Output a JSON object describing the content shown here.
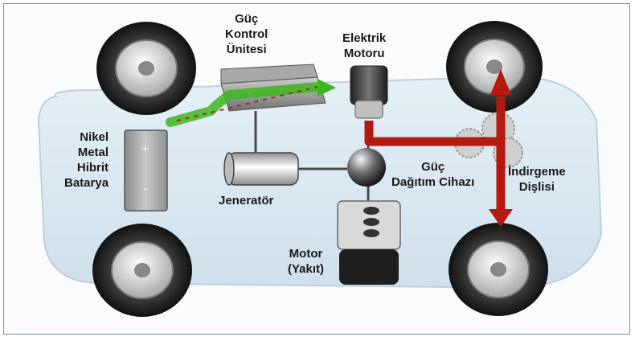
{
  "labels": {
    "power_control_unit": "Güç\nKontrol\nÜnitesi",
    "electric_motor": "Elektrik\nMotoru",
    "battery": "Nikel\nMetal\nHibrit\nBatarya",
    "generator": "Jeneratör",
    "power_split_device": "Güç\nDağıtım Cihazı",
    "reduction_gear": "İndirgeme\nDişlisi",
    "engine": "Motor\n(Yakıt)"
  },
  "battery_signs": {
    "plus": "+",
    "minus": "-"
  },
  "colors": {
    "car_body": "#dce9f2",
    "tire": "#1f1f1f",
    "rim": "#d8d8d8",
    "green_flow": "#3fb51f",
    "red_flow": "#b51a10",
    "frame_border": "#7d8fa3"
  }
}
